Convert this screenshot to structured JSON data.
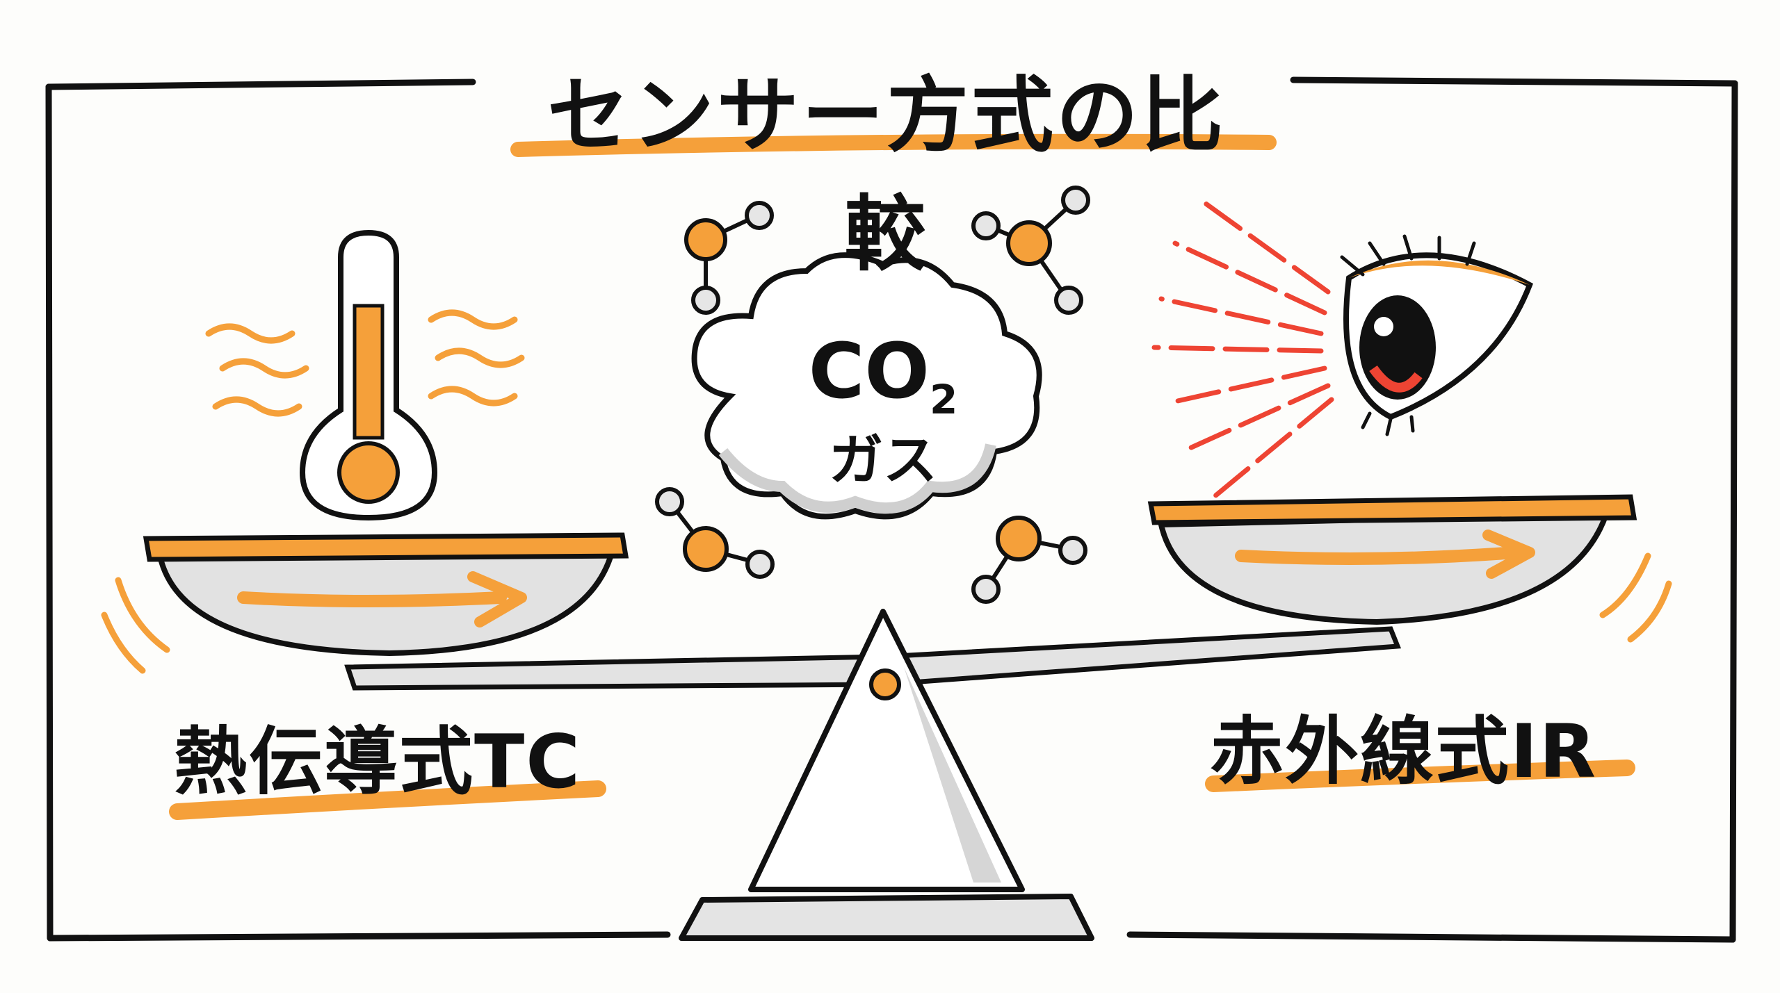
{
  "title": "センサー方式の比較",
  "left_label": "熱伝導式TC",
  "right_label": "赤外線式IR",
  "cloud": {
    "co": "CO",
    "subscript": "2",
    "gas": "ガス"
  },
  "colors": {
    "accent": "#f5a03a",
    "ink": "#111111",
    "ray": "#ee4433",
    "metal": "#d9d9d9"
  },
  "icons": [
    "thermometer-icon",
    "eye-icon",
    "molecule-icon",
    "balance-scale-icon",
    "cloud-icon"
  ]
}
